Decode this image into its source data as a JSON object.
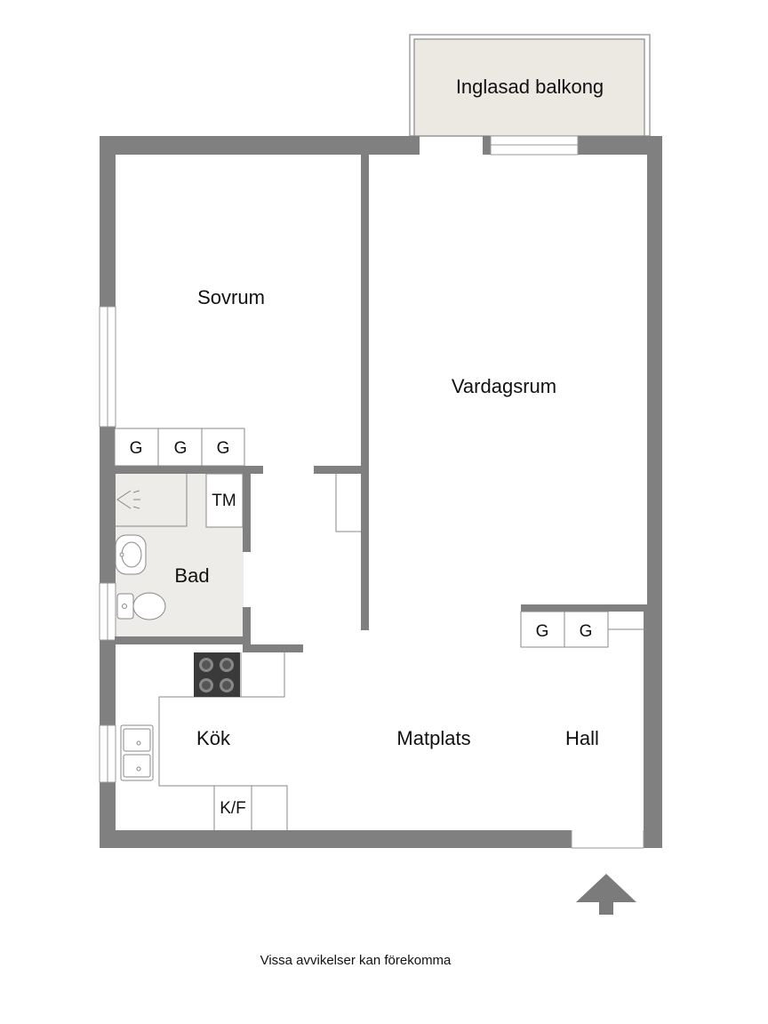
{
  "rooms": {
    "balcony": "Inglasad balkong",
    "bedroom": "Sovrum",
    "living_room": "Vardagsrum",
    "bathroom": "Bad",
    "kitchen": "Kök",
    "dining": "Matplats",
    "hall": "Hall"
  },
  "fixtures": {
    "wardrobe_bedroom": [
      "G",
      "G",
      "G"
    ],
    "wardrobe_hall": [
      "G",
      "G"
    ],
    "washer": "TM",
    "fridge_freezer": "K/F"
  },
  "disclaimer": "Vissa avvikelser kan förekomma",
  "colors": {
    "wall": "#808080",
    "balcony_fill": "#ece9e3",
    "bathroom_fill": "#eeece8",
    "line": "#777777",
    "arrow": "#7b7b7b",
    "hob": "#3a3a3a"
  }
}
